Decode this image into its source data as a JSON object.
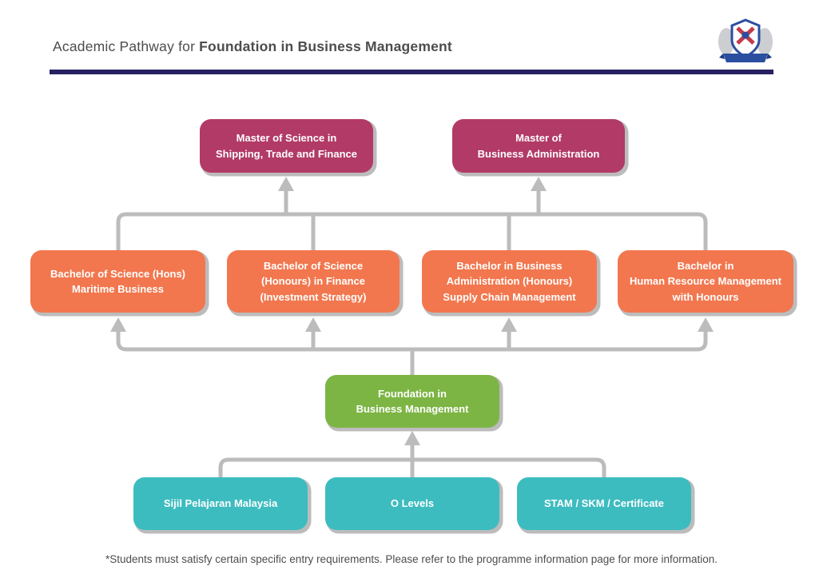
{
  "header": {
    "title_prefix": "Academic Pathway for",
    "title_emphasis": "Foundation in Business Management"
  },
  "icons": {
    "logo": "university-crest-logo"
  },
  "nodes": {
    "masters": [
      {
        "label": "Master of Science in\nShipping, Trade and Finance"
      },
      {
        "label": "Master of\nBusiness Administration"
      }
    ],
    "bachelors": [
      {
        "label": "Bachelor of Science (Hons)\nMaritime Business"
      },
      {
        "label": "Bachelor of Science\n(Honours) in Finance\n(Investment Strategy)"
      },
      {
        "label": "Bachelor in Business\nAdministration (Honours)\nSupply Chain Management"
      },
      {
        "label": "Bachelor in\nHuman Resource Management\nwith Honours"
      }
    ],
    "foundation": {
      "label": "Foundation in\nBusiness Management"
    },
    "entry": [
      {
        "label": "Sijil Pelajaran Malaysia"
      },
      {
        "label": "O Levels"
      },
      {
        "label": "STAM / SKM / Certificate"
      }
    ]
  },
  "footer": {
    "note": "*Students must satisfy certain specific entry requirements. Please refer to the programme information page for more information."
  },
  "colors": {
    "master": "#b23a66",
    "bachelor": "#f2774e",
    "foundation": "#7cb544",
    "entry": "#3dbcc0",
    "connector": "#bcbcbc",
    "divider": "#262262",
    "heading_text": "#4d4d4f"
  }
}
